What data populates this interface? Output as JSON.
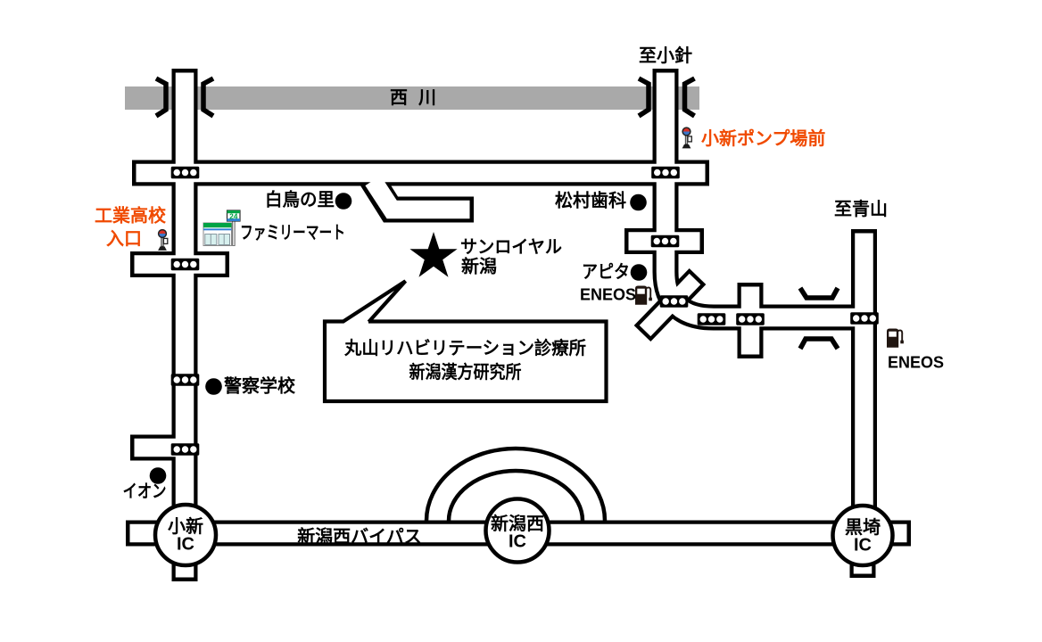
{
  "map": {
    "background_color": "#ffffff",
    "river": {
      "label": "西川",
      "color": "#a9a9a9"
    },
    "direction_signs": {
      "north": "至小針",
      "east": "至青山"
    },
    "roads": {
      "bypass_label": "新潟西バイパス"
    },
    "bus_stops": [
      {
        "id": "koshin-pump-mae",
        "label": "小新ポンプ場前",
        "label_color": "#f04a00"
      },
      {
        "id": "kogyo-koko-iriguchi",
        "label_line1": "工業高校",
        "label_line2": "入口",
        "label_color": "#f04a00"
      }
    ],
    "landmarks": {
      "shiratori_no_sato": {
        "label": "白鳥の里"
      },
      "matsumura_dental": {
        "label": "松村歯科"
      },
      "apita": {
        "label": "アピタ"
      },
      "keisatsu_gakko": {
        "label": "警察学校"
      },
      "ion": {
        "label": "イオン"
      }
    },
    "stores": {
      "familymart": {
        "label": "ファミリーマート",
        "sign_text": "24"
      },
      "eneos_west": {
        "label": "ENEOS"
      },
      "eneos_east": {
        "label": "ENEOS"
      }
    },
    "poi_marker": {
      "line1": "サンロイヤル",
      "line2": "新潟"
    },
    "destination": {
      "line1": "丸山リハビリテーション診療所",
      "line2": "新潟漢方研究所"
    },
    "interchanges": [
      {
        "id": "koshin-ic",
        "line1": "小新",
        "line2": "IC"
      },
      {
        "id": "niigata-nishi-ic",
        "line1": "新潟西",
        "line2": "IC"
      },
      {
        "id": "kurosaki-ic",
        "line1": "黒埼",
        "line2": "IC"
      }
    ]
  }
}
